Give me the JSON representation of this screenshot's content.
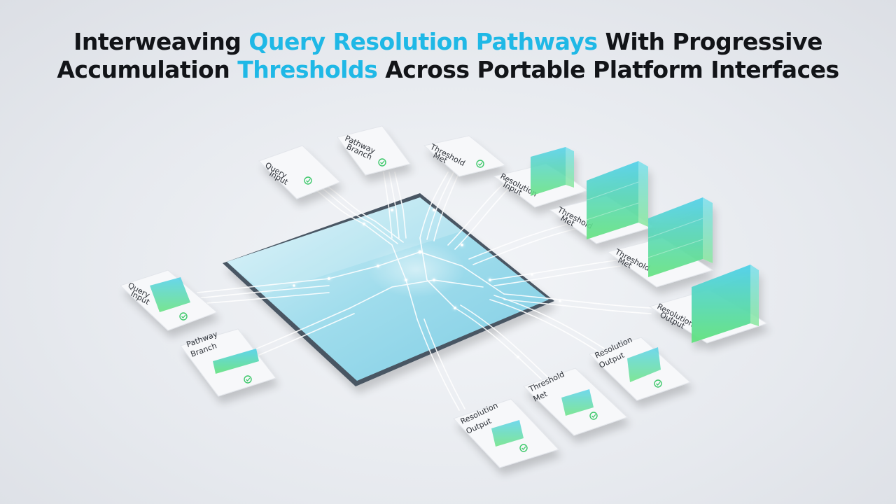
{
  "title": {
    "line1_a": "Interweaving ",
    "line1_hl": "Query Resolution Pathways",
    "line1_b": " With Progressive",
    "line2_a": "Accumulation ",
    "line2_hl": "Thresholds",
    "line2_b": " Across Portable Platform Interfaces"
  },
  "cards": {
    "query_input_top": [
      "Query",
      "Input"
    ],
    "pathway_branch_top": [
      "Pathway",
      "Branch"
    ],
    "threshold_met_top": [
      "Threshold",
      "Met"
    ],
    "resolution_input_right": [
      "Resolution",
      "Input"
    ],
    "threshold_met_right_1": [
      "Threshold",
      "Met"
    ],
    "threshold_met_right_2": [
      "Threshold",
      "Met"
    ],
    "resolution_output_right": [
      "Resolution",
      "Output"
    ],
    "query_input_left": [
      "Query",
      "Input"
    ],
    "pathway_branch_left": [
      "Pathway",
      "Branch"
    ],
    "resolution_output_bottom_right": [
      "Resolution",
      "Output"
    ],
    "threshold_met_bottom": [
      "Threshold",
      "Met"
    ],
    "resolution_output_bottom": [
      "Resolution",
      "Output"
    ]
  },
  "colors": {
    "accent": "#1fb8e6",
    "check": "#3cc86a",
    "bar_top": "#4fd6e8",
    "bar_bottom": "#5fe07a"
  }
}
